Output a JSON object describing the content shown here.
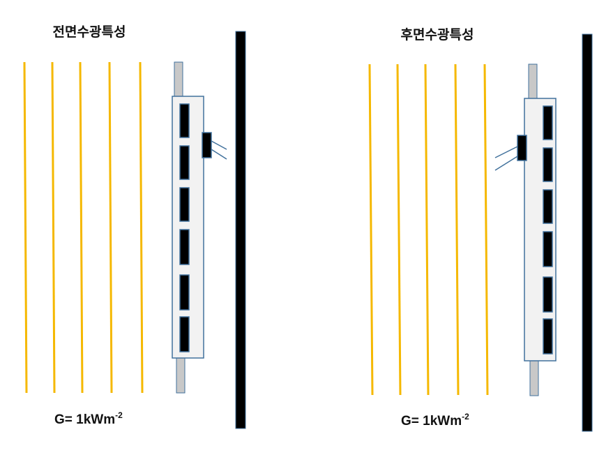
{
  "panels": [
    {
      "title": "전면수광특성",
      "irradiance_label": {
        "prefix": "G=  1kWm",
        "superscript": "-2"
      },
      "junction_box_side": "front"
    },
    {
      "title": "후면수광특성",
      "irradiance_label": {
        "prefix": "G=  1kWm",
        "superscript": "-2"
      },
      "junction_box_side": "rear"
    }
  ],
  "colors": {
    "light_rays": "#F5B800",
    "module_fill": "#F2F2F2",
    "module_border": "#41719C",
    "frame_rail": "#C8C8C8",
    "cell": "#000000",
    "reflector_wall": "#000000",
    "cable": "#41719C"
  }
}
